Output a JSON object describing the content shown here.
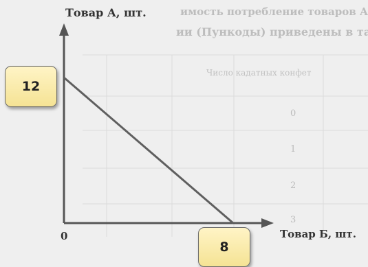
{
  "chart_data": {
    "type": "line",
    "y_axis_label": "Товар А, шт.",
    "x_axis_label": "Товар Б, шт.",
    "origin_label": "0",
    "series": [
      {
        "points": [
          {
            "x": 0,
            "y": 12
          },
          {
            "x": 8,
            "y": 0
          }
        ]
      }
    ],
    "y_intercept_label": "12",
    "x_intercept_label": "8",
    "background_text": {
      "top_lines": [
        "имость потребление товаров А",
        "ии (Пункоды) приведены в таблице."
      ],
      "table_header": "Число кадатных конфет",
      "table_rows": [
        "0",
        "1",
        "2",
        "3"
      ]
    },
    "colors": {
      "line": "#5f5f5f",
      "axis": "#555555",
      "callout_fill": "#f8eaa6",
      "callout_border": "#6b6b6b"
    }
  }
}
